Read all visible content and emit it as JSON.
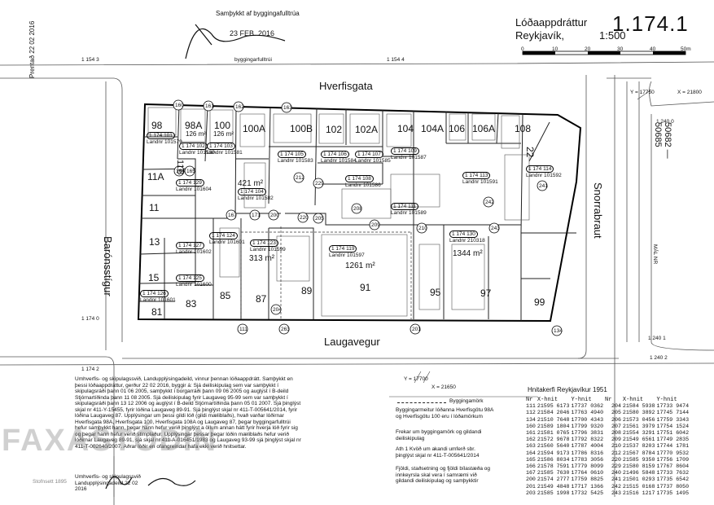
{
  "header": {
    "approval_stamp": "Samþykkt af byggingafulltrúa",
    "approval_date": "23 FEB. 2016",
    "approval_role": "byggingarfulltrúi",
    "sheet_title": "Lóðaappdráttur",
    "sheet_number": "1.174.1",
    "city": "Reykjavík,",
    "scale": "1:500",
    "printed": "Prentað 22 02 2016"
  },
  "scale_bar": {
    "labels": [
      "0",
      "10",
      "20",
      "30",
      "40",
      "50m"
    ]
  },
  "streets": {
    "top": "Hverfisgata",
    "bottom": "Laugavegur",
    "left": "Barónsstígur",
    "right": "Snorrabraut"
  },
  "lots_top": [
    "98",
    "98A",
    "100",
    "100A",
    "100B",
    "102",
    "102A",
    "104",
    "104A",
    "106",
    "106A",
    "108"
  ],
  "lots_left": [
    "11A",
    "11",
    "11B",
    "13",
    "15",
    "81",
    "83"
  ],
  "lots_bottom": [
    "85",
    "87",
    "89",
    "91",
    "95",
    "97",
    "99"
  ],
  "lot_22": "22",
  "parcel_ids": [
    {
      "id": "1 174 101",
      "landnr": "Landnr 101579"
    },
    {
      "id": "1 174 102",
      "landnr": "Landnr 101580"
    },
    {
      "id": "1 174 103",
      "landnr": "Landnr 101581"
    },
    {
      "id": "1 174 105",
      "landnr": "Landnr 101583"
    },
    {
      "id": "1 174 106",
      "landnr": "Landnr 101584"
    },
    {
      "id": "1 174 107",
      "landnr": "Landnr 101585"
    },
    {
      "id": "1 174 109",
      "landnr": "Landnr 101587"
    },
    {
      "id": "1 174 104",
      "landnr": "Landnr 101582"
    },
    {
      "id": "1 174 108",
      "landnr": "Landnr 101586"
    },
    {
      "id": "1 174 113",
      "landnr": "Landnr 101591"
    },
    {
      "id": "1 174 114",
      "landnr": "Landnr 101592"
    },
    {
      "id": "1 174 129",
      "landnr": "Landnr 101604"
    },
    {
      "id": "1 174 127",
      "landnr": "Landnr 101602"
    },
    {
      "id": "1 174 124",
      "landnr": "Landnr 101601"
    },
    {
      "id": "1 174 123",
      "landnr": "Landnr 101599"
    },
    {
      "id": "1 174 125",
      "landnr": "Landnr 101600"
    },
    {
      "id": "1 174 126",
      "landnr": "Landnr 101601"
    },
    {
      "id": "1 174 111",
      "landnr": "Landnr 101589"
    },
    {
      "id": "1 174 119",
      "landnr": "Landnr 101597"
    },
    {
      "id": "1 174 130",
      "landnr": "Landnr 210318"
    }
  ],
  "areas": {
    "a98A": "126 m²",
    "a100": "126 m²",
    "a104": "421 m²",
    "a123": "313 m²",
    "a119": "1261 m²",
    "a130": "1344 m²"
  },
  "points": [
    "160",
    "161",
    "162",
    "163",
    "164",
    "165",
    "166",
    "167",
    "170",
    "171",
    "200",
    "204",
    "205",
    "207",
    "208",
    "209",
    "210",
    "212",
    "220",
    "229",
    "240",
    "241",
    "242",
    "243",
    "263",
    "111",
    "134",
    "201",
    "203"
  ],
  "grid_refs": [
    "1 154 3",
    "1 154 4",
    "1 174 0",
    "1 174 2",
    "1 240 0",
    "1 240 1",
    "1 240 2"
  ],
  "y_axis_ticks": [
    "Y = 17750",
    "X = 21800",
    "Y = 17700",
    "X = 21650"
  ],
  "side_text": "50682 — 50685",
  "side_small": "MÁL NR",
  "notes_main": "Umhverfis- og skipulagssvið, Landupplýsingadeild, vinnur þennan lóðaappdrátt. Samþykkt en þessi lóðaappdráttur, gerður 22 02 2016, byggir á: Sjá deiliskipulag sem var samþykkt í skipulagsráði þann 01 06 2005, samþykkt í borgarráði þann 09 06 2005 og auglýst í B-deild Stjórnartíðinda þann 11 08 2005. Sjá deiliskipulag fyrir Laugaveg 95-99 sem var samþykkt í skipulagsráði þann 13 12 2006 og auglýst í B-deild Stjórnartíðinda þann 05 01 2007. Sjá þinglýst skjal nr 411-Y-15455, fyrir lóðina Laugaveg 89-91. Sjá þinglýst skjal nr 411-T-005641/2014, fyrir lóðina Laugaveg 87. Upplýsingar um þessi gildi lóð (gildi mæliblaðs), hvað varðar lóðirnar Hverfisgata 98A, Hverfisgata 100, Hverfisgata 108A og Laugaveg 87, þegar byggingarfulltrúi hefur samþykkt hann, þegar hann hefur verið þinglýst a öllum annan hátt fyrir hverja lóð fyrir sig og þegar hann hefur verið stimplaður. Upplýsingar þessar þegar lóðin mæliblaðs hefur verið lóðirnar Laugaveg 89-91, sjá skjal nr 411-A-016451/1983 og Laugaveg 93-99 sjá þinglýst skjal nr 411-T-002640/2007. Aðrar lóðir en ofangreindar hafa ekki verið hnitsettar.",
  "notes_sign": "Umhverfis- og skipulagssvið Landupplýsingadeild 22 02 2016",
  "legend": {
    "line_label": "Byggingamörk",
    "line_desc": "Byggingarmeitur lóðanna Hverfisgötu 98A og Hverfisgötu 100 eru í lóðamörkum",
    "extra1": "Frekar um byggingamörk og gildandi deiliskipulag",
    "extra2": "Ath 1  Kvöð um akandi umferð sbr. þinglýst skjal nr 411-T-005641/2014",
    "extra3": "Fjöldi, staðsetning og fjöldi bílastæða og innkeyrsla skal vera í samræmi við gildandi deiliskipulag og samþykktir"
  },
  "coords": {
    "title": "Hnitakerfi Reykjavíkur 1951",
    "headers": [
      "Nr",
      "X-hnit",
      "Y-hnit",
      "Nr",
      "X-hnit",
      "Y-hnit"
    ],
    "rows": [
      [
        "111",
        "21595 6173",
        "17737 0362",
        "204",
        "21584 5938",
        "17733 9474"
      ],
      [
        "112",
        "21584 2046",
        "17763 4940",
        "205",
        "21580 3892",
        "17745 7144"
      ],
      [
        "134",
        "21510 7648",
        "17700 4343",
        "206",
        "21573 0456",
        "17759 3343"
      ],
      [
        "160",
        "21589 1804",
        "17799 9320",
        "207",
        "21561 3979",
        "17754 1524"
      ],
      [
        "161",
        "21581 0765",
        "17796 3831",
        "208",
        "21554 3291",
        "17751 6042"
      ],
      [
        "162",
        "21572 9678",
        "17792 8322",
        "209",
        "21549 6561",
        "17749 2835"
      ],
      [
        "163",
        "21560 5640",
        "17787 4004",
        "210",
        "21537 8203",
        "17744 1781"
      ],
      [
        "164",
        "21594 9173",
        "17786 8316",
        "212",
        "21567 8784",
        "17770 9532"
      ],
      [
        "165",
        "21586 8034",
        "17783 3056",
        "220",
        "21585 9350",
        "17756 1709"
      ],
      [
        "166",
        "21578 7591",
        "17779 8099",
        "229",
        "21580 8159",
        "17767 8604"
      ],
      [
        "167",
        "21585 7630",
        "17764 0610",
        "240",
        "21496 5848",
        "17733 7632"
      ],
      [
        "200",
        "21574 2777",
        "17759 8825",
        "241",
        "21501 0293",
        "17735 6542"
      ],
      [
        "201",
        "21549 4848",
        "17717 1366",
        "242",
        "21515 0168",
        "17737 8050"
      ],
      [
        "203",
        "21585 1998",
        "17732 5425",
        "243",
        "21516 1217",
        "17735 1495"
      ]
    ]
  },
  "watermark": "FAXASTÓÐIN",
  "watermark_small": "Stofnsett 1895"
}
